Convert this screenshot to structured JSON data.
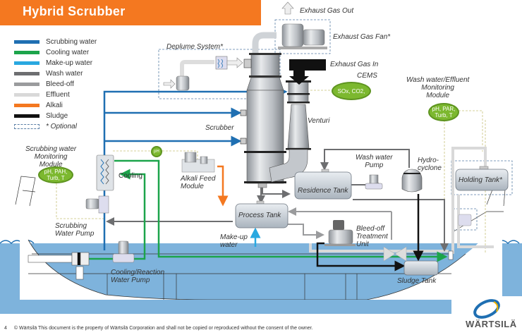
{
  "title": "Hybrid Scrubber",
  "legend": [
    {
      "label": "Scrubbing water",
      "color": "#1f6fb2"
    },
    {
      "label": "Cooling water",
      "color": "#1ca44b"
    },
    {
      "label": "Make-up water",
      "color": "#29a8e0"
    },
    {
      "label": "Wash water",
      "color": "#6d6e70"
    },
    {
      "label": "Bleed-off",
      "color": "#9a9b9d"
    },
    {
      "label": "Effluent",
      "color": "#d9d9d9"
    },
    {
      "label": "Alkali",
      "color": "#f47820"
    },
    {
      "label": "Sludge",
      "color": "#111111"
    },
    {
      "label": "* Optional",
      "color": "dashed"
    }
  ],
  "labels": {
    "exhaust_gas_out": "Exhaust Gas Out",
    "exhaust_gas_fan": "Exhaust Gas Fan*",
    "deplume_system": "Deplume  System*",
    "exhaust_gas_in": "Exhaust Gas In",
    "cems": "CEMS",
    "wash_monitor": "Wash water/Effluent\nMonitoring\nModule",
    "scrubber": "Scrubber",
    "venturi": "Venturi",
    "scrub_monitor": "Scrubbing water\nMonitoring\nModule",
    "cooling": "Cooling",
    "alkali_feed": "Alkali Feed\nModule",
    "wash_pump": "Wash water\nPump",
    "hydrocyclone": "Hydro-\ncyclone",
    "residence_tank": "Residence Tank",
    "holding_tank": "Holding  Tank*",
    "process_tank": "Process Tank",
    "scrub_pump": "Scrubbing\nWater Pump",
    "makeup_water": "Make-up\nwater",
    "bleedoff_unit": "Bleed-off\nTreatment\nUnit",
    "cooling_pump": "Cooling/Reaction\nWater Pump",
    "sludge_tank": "Sludge  Tank"
  },
  "badges": {
    "cems": "SOx, CO2,",
    "wash_monitor": "pH, PAR,\nTurb, T",
    "scrub_monitor": "pH, PAH,\nTurb, T",
    "ph": "pH"
  },
  "footer": {
    "page_number": "4",
    "copyright": "© Wärtsilä  This document  is the property of Wärtsilä Corporation and shall not be copied or reproduced without the consent of the owner."
  },
  "brand": {
    "name": "WÄRTSILÄ",
    "accent": "#f47820"
  }
}
